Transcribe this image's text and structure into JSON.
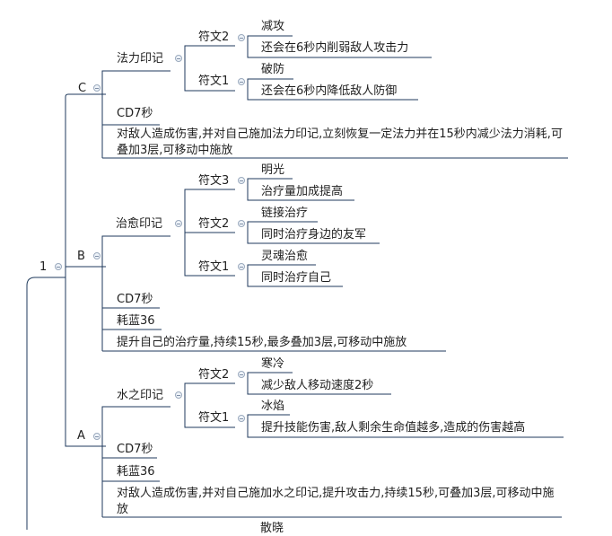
{
  "root": {
    "label": "1"
  },
  "branches": {
    "C": {
      "label": "C",
      "title": "法力印记",
      "rune2": {
        "label": "符文2",
        "name": "减攻",
        "desc": "还会在6秒内削弱敌人攻击力"
      },
      "rune1": {
        "label": "符文1",
        "name": "破防",
        "desc": "还会在6秒内降低敌人防御"
      },
      "cd": "CD7秒",
      "desc": "对敌人造成伤害,并对自己施加法力印记,立刻恢复一定法力并在15秒内减少法力消耗,可叠加3层,可移动中施放"
    },
    "B": {
      "label": "B",
      "title": "治愈印记",
      "rune3": {
        "label": "符文3",
        "name": "明光",
        "desc": "治疗量加成提高"
      },
      "rune2": {
        "label": "符文2",
        "name": "链接治疗",
        "desc": "同时治疗身边的友军"
      },
      "rune1": {
        "label": "符文1",
        "name": "灵魂治愈",
        "desc": "同时治疗自己"
      },
      "cd": "CD7秒",
      "cost": "耗蓝36",
      "desc": "提升自己的治疗量,持续15秒,最多叠加3层,可移动中施放"
    },
    "A": {
      "label": "A",
      "title": "水之印记",
      "rune2": {
        "label": "符文2",
        "name": "寒冷",
        "desc": "减少敌人移动速度2秒"
      },
      "rune1": {
        "label": "符文1",
        "name": "冰焰",
        "desc": "提升技能伤害,敌人剩余生命值越多,造成的伤害越高"
      },
      "cd": "CD7秒",
      "cost": "耗蓝36",
      "desc": "对敌人造成伤害,并对自己施加水之印记,提升攻击力,持续15秒,可叠加3层,可移动中施放"
    }
  },
  "bottom_partial": "散晓"
}
